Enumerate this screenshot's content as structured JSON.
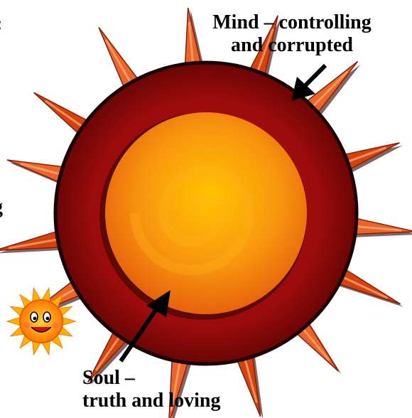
{
  "labels": {
    "mind": {
      "line1": "Mind – controlling",
      "line2": "and corrupted"
    },
    "soul": {
      "line1": "Soul –",
      "line2": "truth and loving"
    },
    "left_edge_fragments": [
      ":",
      "g"
    ]
  },
  "colors": {
    "outer_ring": "#8f0a0a",
    "outer_ring_dark": "#5a0303",
    "spike": "#d4430f",
    "spike_light": "#f5813a",
    "core_center": "#ffc400",
    "core_edge": "#e8640c",
    "small_sun": "#ff8a00",
    "arrow": "#000000"
  },
  "icons": [
    "small-sun-icon",
    "arrow-icon"
  ]
}
